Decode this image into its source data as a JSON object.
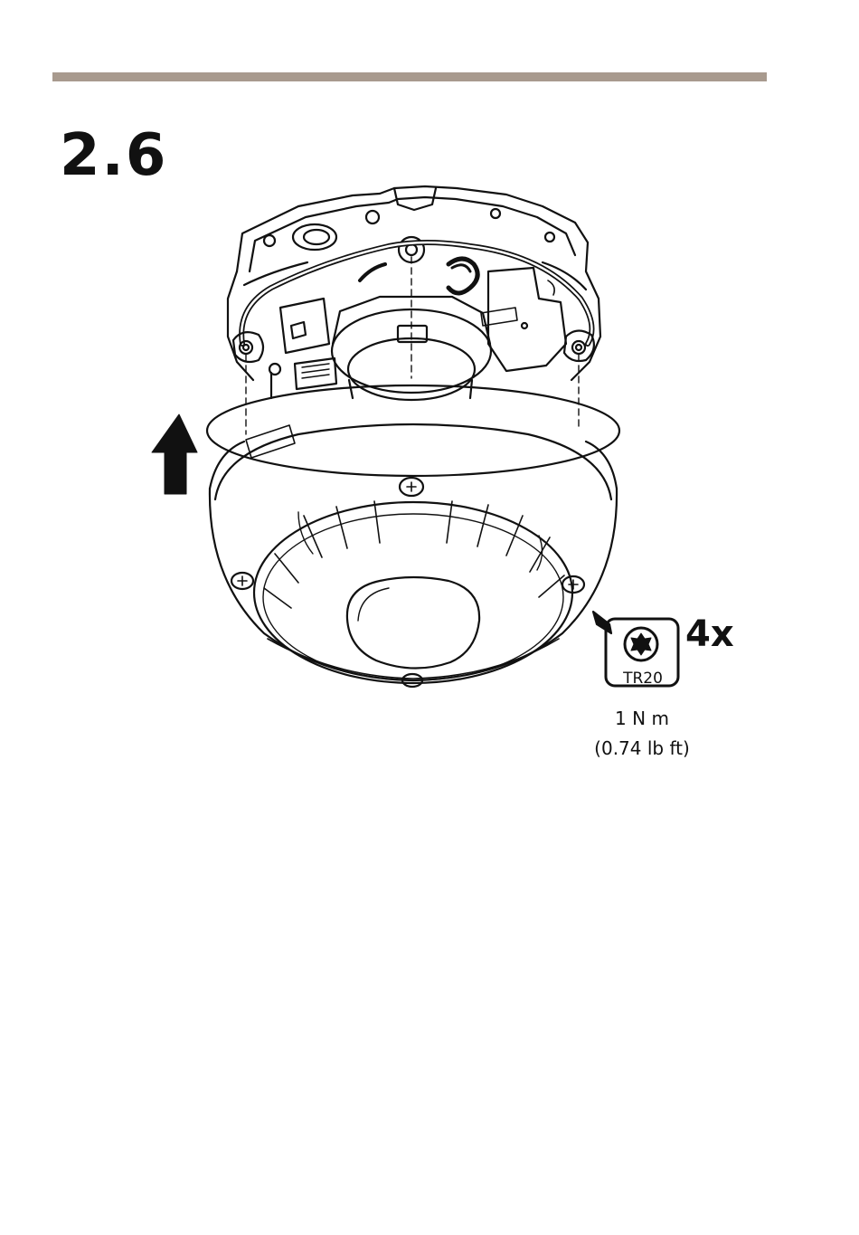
{
  "step": {
    "number": "2.6"
  },
  "screw": {
    "count": "4x",
    "tool": "TR20"
  },
  "torque": {
    "metric": "1 N m",
    "imperial": "(0.74 lb ft)"
  },
  "colors": {
    "rule": "#a89a8e",
    "ink": "#111111"
  },
  "icons": [
    "arrow-up-icon",
    "torx-bit-icon",
    "dome-camera-illustration"
  ]
}
